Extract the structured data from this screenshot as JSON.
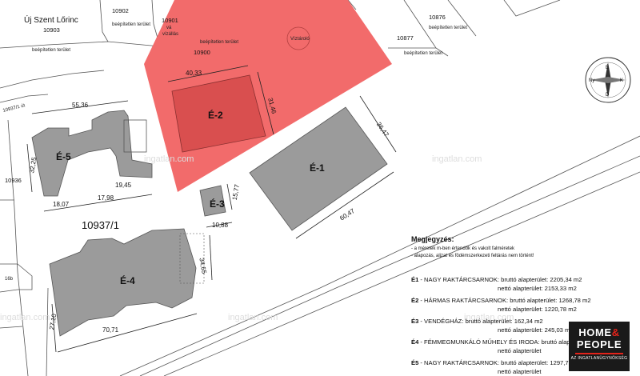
{
  "map": {
    "settlement": "Új Szent Lőrinc",
    "parcels": {
      "p10902": "10902",
      "p10901": "10901",
      "p10903": "10903",
      "p10900": "10900",
      "p10876": "10876",
      "p10877": "10877",
      "p10937_1_road": "10937/1 út",
      "p10936": "10936",
      "p10937_1": "10937/1",
      "p16b": "16b"
    },
    "land_use": {
      "beepitetlen": "beépítetlen terület",
      "vizallas": "vízállás",
      "va": "vá"
    },
    "reservoir_label": "Víztároló",
    "buildings": {
      "e1": "É-1",
      "e2": "É-2",
      "e3": "É-3",
      "e4": "É-4",
      "e5": "É-5"
    },
    "dimensions": {
      "d4033": "40,33",
      "d3146": "31,46",
      "d5536": "55,36",
      "d3225": "32,25",
      "d1807": "18,07",
      "d1798": "17,98",
      "d1945": "19,45",
      "d3647": "36,47",
      "d6047": "60,47",
      "d1577": "15,77",
      "d1088": "10,88",
      "d3465": "34,65",
      "d2710": "27,10",
      "d7071": "70,71"
    },
    "watermark": "ingatlan.com",
    "compass": {
      "n": "É",
      "s": "D",
      "e": "K",
      "w": "Ny"
    }
  },
  "notes": {
    "title": "Megjegyzés:",
    "lines": [
      "- a méretek m-ben értendők és vakolt falméretek",
      "- alapozás, aljzat és födémszerkezeti feltárás nem történt!"
    ]
  },
  "areas": [
    {
      "code": "É1",
      "name": "- NAGY RAKTÁRCSARNOK:",
      "gross": "bruttó alapterület: 2205,34 m2",
      "net": "nettó alapterület: 2153,33 m2"
    },
    {
      "code": "É2",
      "name": "- HÁRMAS RAKTÁRCSARNOK:",
      "gross": "bruttó alapterület: 1268,78 m2",
      "net": "nettó alapterület: 1220,78 m2"
    },
    {
      "code": "É3",
      "name": "- VENDÉGHÁZ:",
      "gross": "bruttó alapterület: 162,34 m2",
      "net": "nettó alapterület: 245,03 m2"
    },
    {
      "code": "É4",
      "name": "- FÉMMEGMUNKÁLÓ MŰHELY ÉS IRODA:",
      "gross": "bruttó alapterület",
      "net": "nettó alapterület"
    },
    {
      "code": "É5",
      "name": "- NAGY RAKTÁRCSARNOK:",
      "gross": "bruttó alapterület: 1297,75 m2",
      "net": "nettó alapterület"
    }
  ],
  "logo": {
    "line1": "HOME",
    "amp": "&",
    "line2": "PEOPLE",
    "line3": "AZ INGATLANÜGYNÖKSÉG"
  },
  "colors": {
    "highlight": "#f26b6b",
    "building": "#9b9b9b",
    "logo_bg": "#1a1a1a",
    "logo_accent": "#e2231a"
  }
}
